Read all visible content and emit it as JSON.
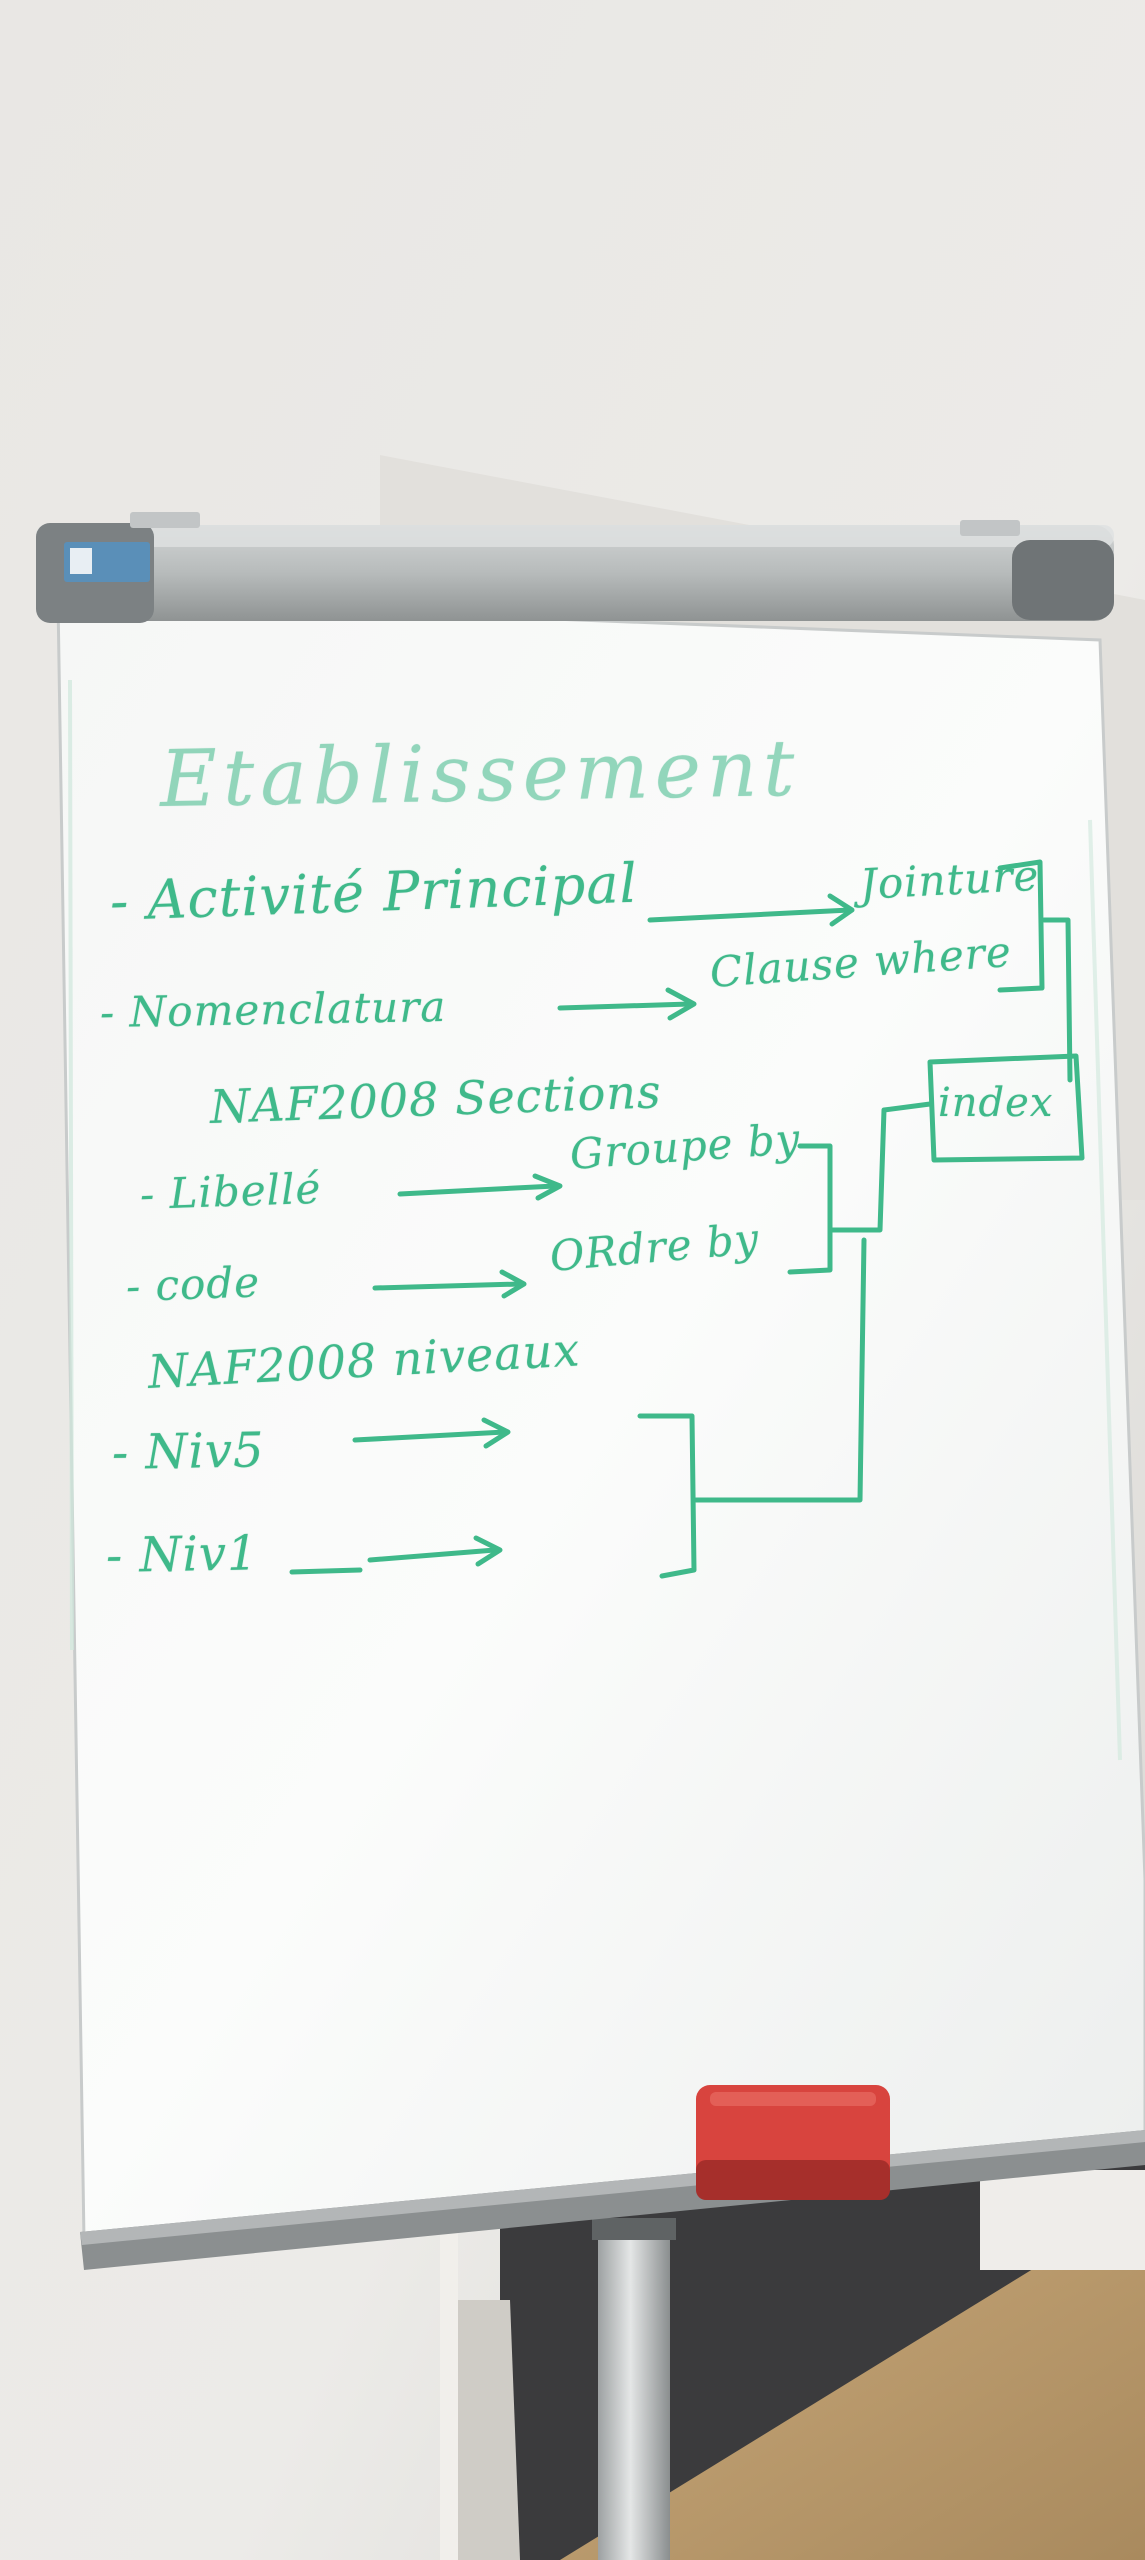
{
  "board": {
    "heading": "Etablissement",
    "lines": [
      {
        "label": "- Activité Principal",
        "target": "Jointure"
      },
      {
        "label": "- Nomenclatura",
        "target": "Clause where"
      },
      {
        "label": "NAF2008 Sections"
      },
      {
        "label": "- Libellé",
        "target": "Groupe by"
      },
      {
        "label": "- code",
        "target": "ORdre by"
      },
      {
        "label": "NAF2008 niveaux"
      },
      {
        "label": "- Niv5"
      },
      {
        "label": "- Niv1"
      }
    ],
    "boxed_note": "index"
  },
  "colors": {
    "marker": "#3fb98a",
    "board": "#f4f5f4",
    "frame": "#b9bcbc",
    "wall": "#e8e6e3",
    "eraser": "#d9453f"
  }
}
